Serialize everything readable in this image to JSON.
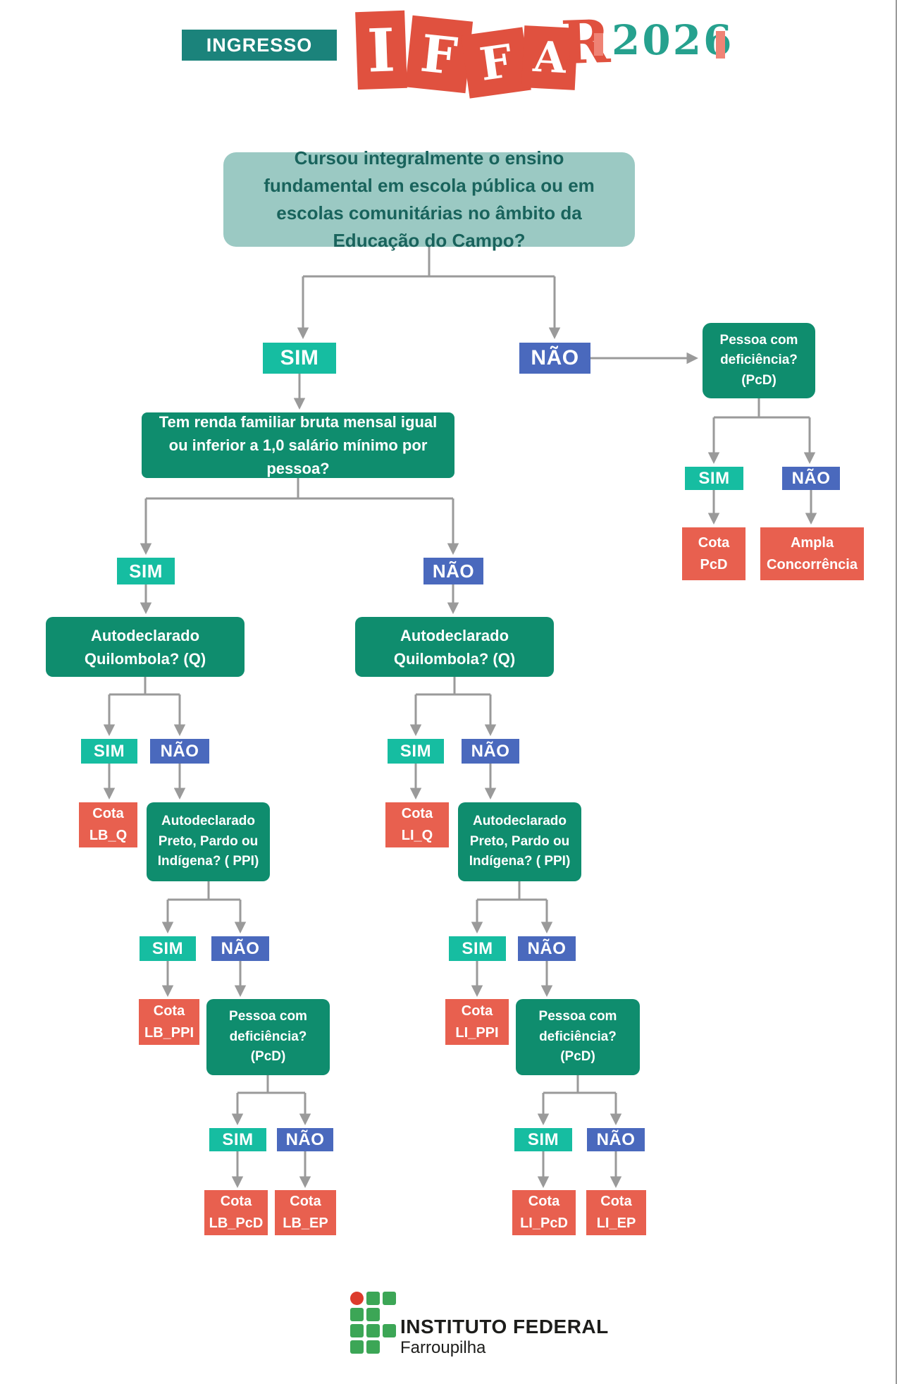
{
  "header": {
    "ingresso_label": "INGRESSO",
    "logo": {
      "letters": [
        "I",
        "F",
        "F",
        "A",
        "R"
      ],
      "year": "2026"
    }
  },
  "flow": {
    "questions": {
      "school": "Cursou integralmente o ensino fundamental em escola pública ou em escolas comunitárias no âmbito da Educação do Campo?",
      "income": "Tem renda familiar bruta mensal igual ou inferior a 1,0 salário mínimo por pessoa?",
      "quilombola": "Autodeclarado Quilombola? (Q)",
      "ppi": "Autodeclarado Preto, Pardo ou Indígena? ( PPI)",
      "pcd": "Pessoa com deficiência? (PcD)"
    },
    "answers": {
      "yes": "SIM",
      "no": "NÃO"
    },
    "results": {
      "cota_pcd": "Cota PcD",
      "ampla": "Ampla Concorrência",
      "lb_q": "Cota LB_Q",
      "lb_ppi": "Cota LB_PPI",
      "lb_pcd": "Cota LB_PcD",
      "lb_ep": "Cota LB_EP",
      "li_q": "Cota LI_Q",
      "li_ppi": "Cota LI_PPI",
      "li_pcd": "Cota LI_PcD",
      "li_ep": "Cota LI_EP"
    }
  },
  "footer": {
    "institution": "INSTITUTO FEDERAL",
    "campus": "Farroupilha"
  },
  "colors": {
    "dark_teal_box": "#0F8D6E",
    "light_teal_box": "#9BC9C3",
    "light_teal_text": "#19635C",
    "yes_teal": "#16BDA1",
    "no_blue": "#4A69BD",
    "result_coral": "#E8604F",
    "arrow_gray": "#9A9A9A",
    "ingresso_bg": "#1B837B",
    "logo_red": "#E0513F",
    "logo_year_teal": "#26A18E",
    "logo_bar_coral": "#EF8375",
    "footer_green": "#3CA656",
    "footer_red": "#DC3B2C"
  }
}
